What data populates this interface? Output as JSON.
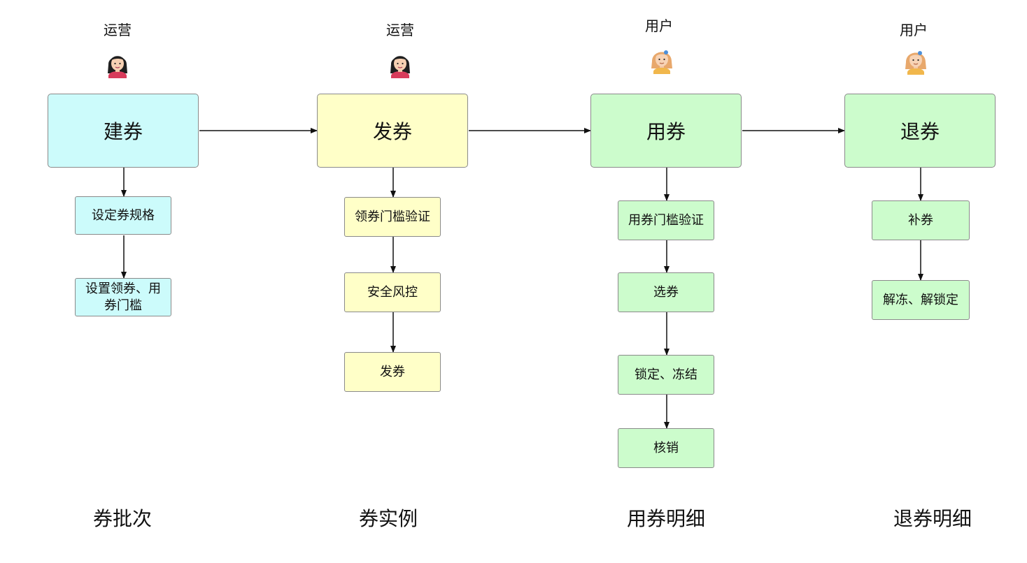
{
  "colors": {
    "batch": "#ccfbfb",
    "instance": "#ffffc8",
    "use": "#ccfccc",
    "refund": "#ccfccc",
    "border": "#8a8a8a",
    "arrow": "#111111"
  },
  "roles": {
    "batch": "运营",
    "instance": "运营",
    "use": "用户",
    "refund": "用户"
  },
  "avatars": {
    "batch": "female-operator-avatar",
    "instance": "female-operator-avatar",
    "use": "user-avatar",
    "refund": "user-avatar"
  },
  "stages": {
    "batch": "建券",
    "instance": "发券",
    "use": "用券",
    "refund": "退券"
  },
  "steps": {
    "batch": [
      "设定券规格",
      "设置领券、用券门槛"
    ],
    "instance": [
      "领券门槛验证",
      "安全风控",
      "发券"
    ],
    "use": [
      "用券门槛验证",
      "选券",
      "锁定、冻结",
      "核销"
    ],
    "refund": [
      "补券",
      "解冻、解锁定"
    ]
  },
  "footers": {
    "batch": "券批次",
    "instance": "券实例",
    "use": "用券明细",
    "refund": "退券明细"
  }
}
